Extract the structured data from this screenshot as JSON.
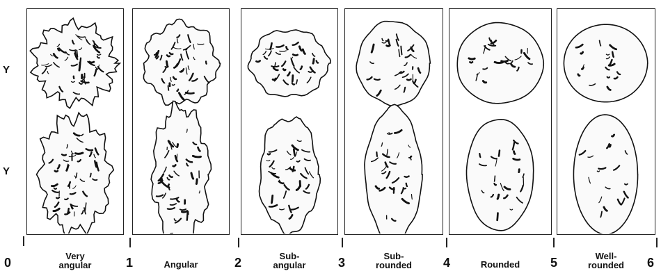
{
  "row_labels": [
    "Y",
    "Y"
  ],
  "scale_numbers": [
    "0",
    "1",
    "2",
    "3",
    "4",
    "5",
    "6"
  ],
  "classes": [
    {
      "label": "Very\nangular",
      "rank": 0
    },
    {
      "label": "Angular",
      "rank": 1
    },
    {
      "label": "Sub-\nangular",
      "rank": 2
    },
    {
      "label": "Sub-\nrounded",
      "rank": 3
    },
    {
      "label": "Rounded",
      "rank": 4
    },
    {
      "label": "Well-\nrounded",
      "rank": 5
    }
  ]
}
